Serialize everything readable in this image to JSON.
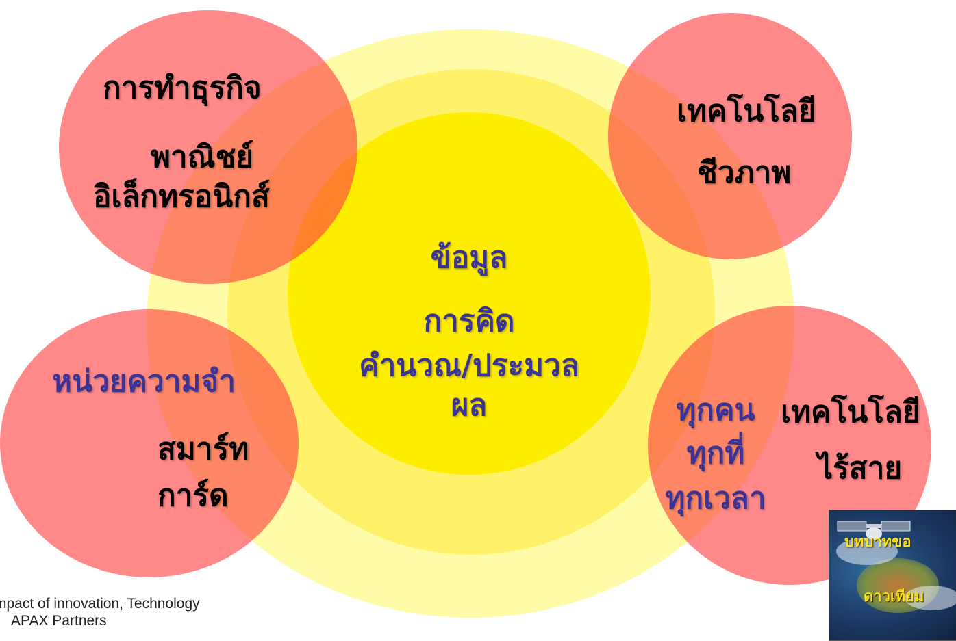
{
  "center": {
    "line1": "ข้อมูล",
    "line2": "การคิด",
    "line3": "คำนวณ/ประมวล",
    "line4": "ผล"
  },
  "top_left": {
    "line1": "การทำธุรกิจ",
    "line2": "พาณิชย์",
    "line3": "อิเล็กทรอนิกส์"
  },
  "top_right": {
    "line1": "เทคโนโลยี",
    "line2": "ชีวภาพ"
  },
  "bottom_left": {
    "line1": "หน่วยความจำ",
    "line2": "สมาร์ท",
    "line3": "การ์ด"
  },
  "bottom_right": {
    "line1": "ทุกคน",
    "line2": "ทุกที่",
    "line3": "ทุกเวลา",
    "line4": "เทคโนโลยี",
    "line5": "ไร้สาย"
  },
  "caption": {
    "line1": "mpact of innovation, Technology",
    "line2": "APAX Partners"
  },
  "thumbnail": {
    "label1": "บทบาทขอ",
    "label2": "ดาวเทียม"
  },
  "colors": {
    "petal": "#ff4242",
    "core": "#ffed00",
    "halo": "#fffba6",
    "accent_text": "#3b3494"
  }
}
